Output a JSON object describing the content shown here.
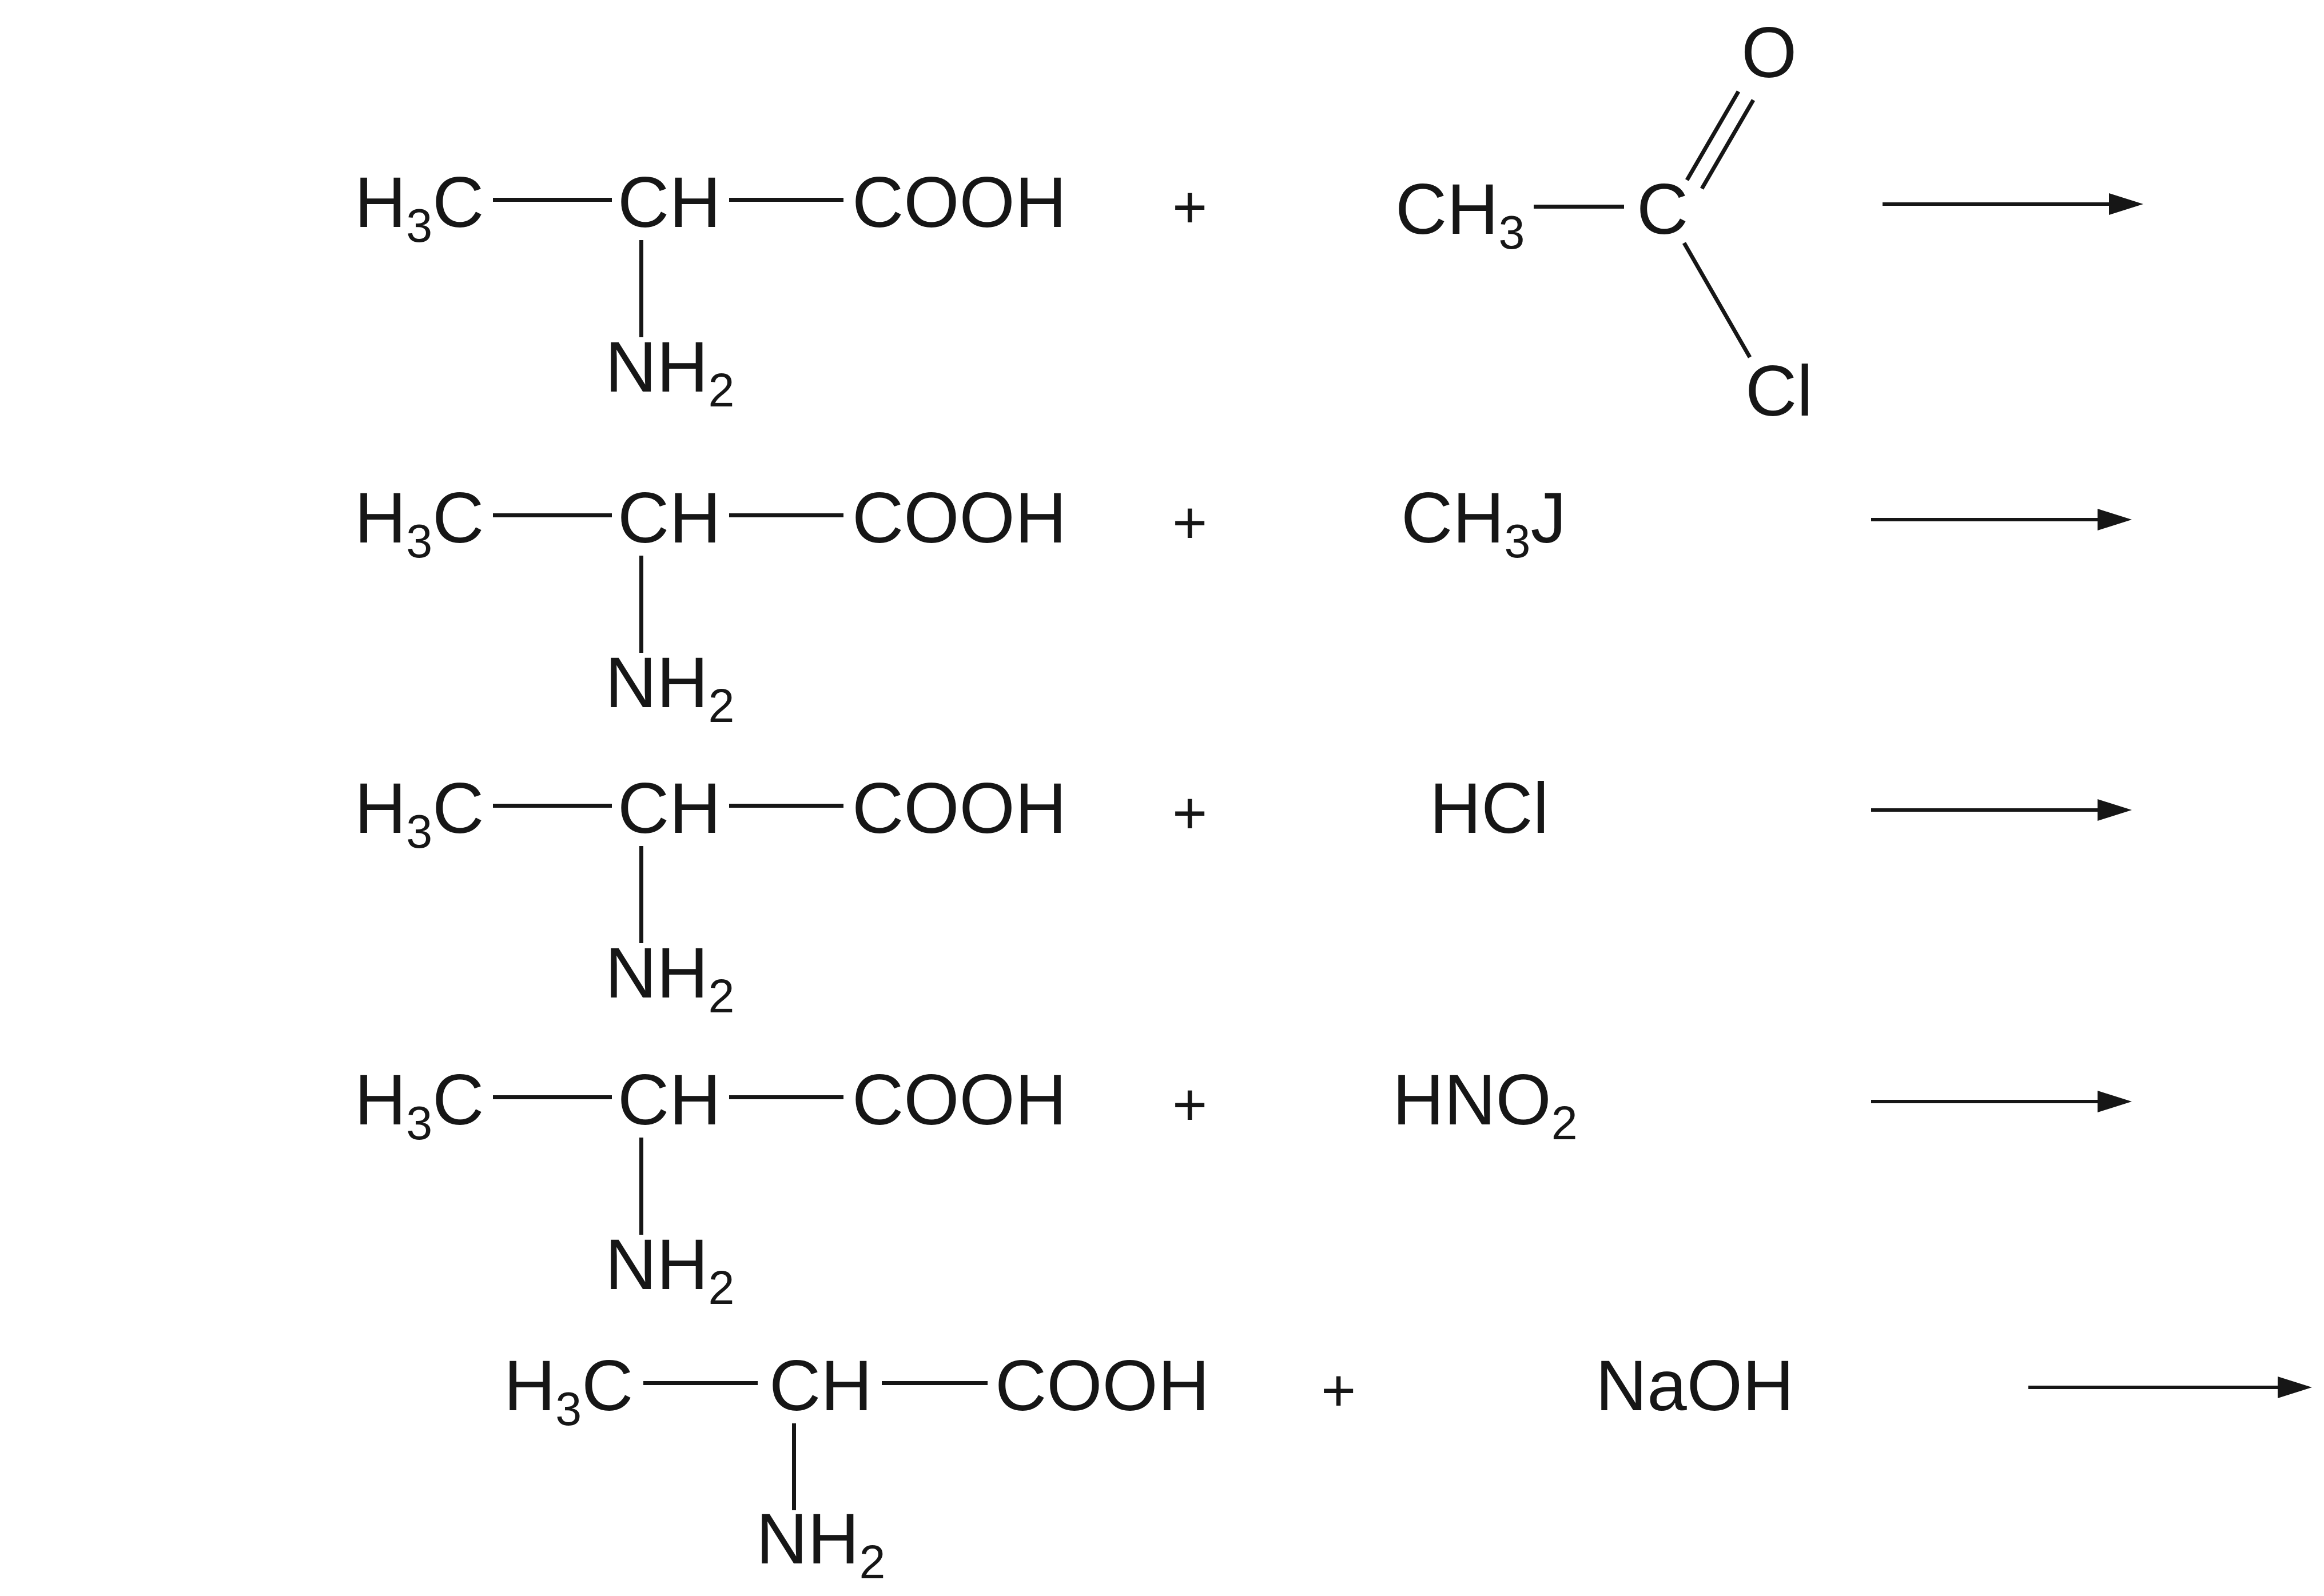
{
  "alanine": {
    "h": "H",
    "h_sub": "3",
    "c": "C",
    "ch": "CH",
    "cooh": "COOH",
    "nh": "NH",
    "nh_sub": "2"
  },
  "plus": "+",
  "acetyl_chloride": {
    "ch": "CH",
    "ch_sub": "3",
    "c": "C",
    "o": "O",
    "cl": "Cl"
  },
  "reagents": {
    "methyl_iodide": {
      "main": "CH",
      "sub": "3",
      "tail": "J"
    },
    "hcl": "HCl",
    "nitrous_acid": {
      "main": "HNO",
      "sub": "2"
    },
    "naoh": "NaOH"
  }
}
